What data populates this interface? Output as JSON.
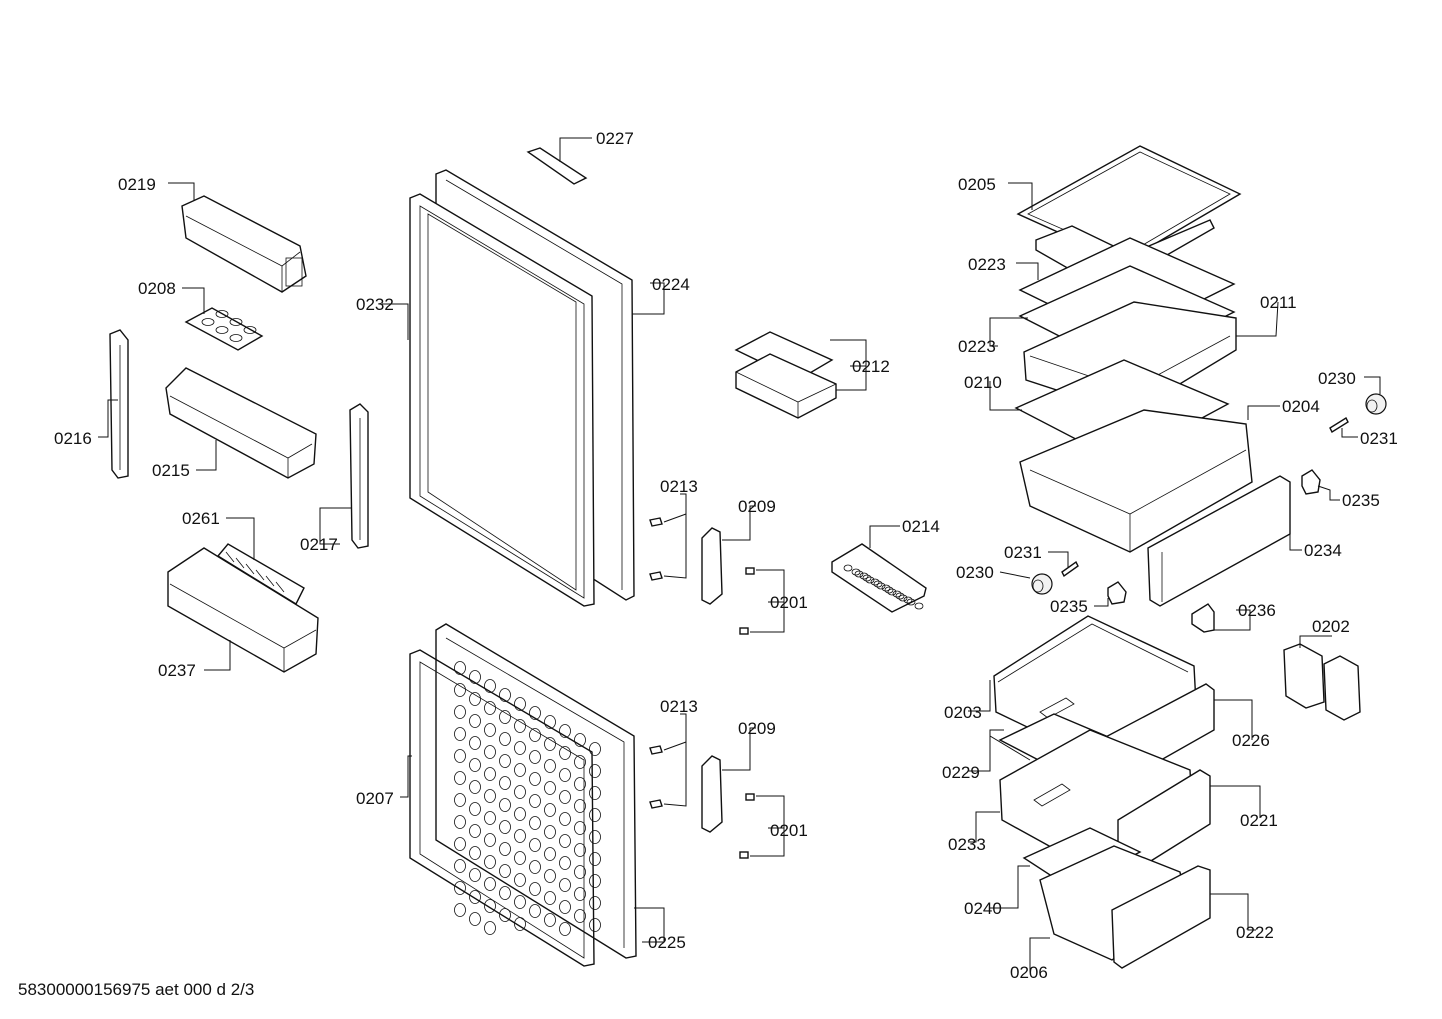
{
  "footer": {
    "code": "58300000156975 aet 000 d 2/3"
  },
  "labels": [
    {
      "id": "l-0227",
      "text": "0227"
    },
    {
      "id": "l-0219",
      "text": "0219"
    },
    {
      "id": "l-0224",
      "text": "0224"
    },
    {
      "id": "l-0232",
      "text": "0232"
    },
    {
      "id": "l-0208",
      "text": "0208"
    },
    {
      "id": "l-0216",
      "text": "0216"
    },
    {
      "id": "l-0215",
      "text": "0215"
    },
    {
      "id": "l-0212",
      "text": "0212"
    },
    {
      "id": "l-0213a",
      "text": "0213"
    },
    {
      "id": "l-0209a",
      "text": "0209"
    },
    {
      "id": "l-0261",
      "text": "0261"
    },
    {
      "id": "l-0217",
      "text": "0217"
    },
    {
      "id": "l-0201a",
      "text": "0201"
    },
    {
      "id": "l-0214",
      "text": "0214"
    },
    {
      "id": "l-0237",
      "text": "0237"
    },
    {
      "id": "l-0213b",
      "text": "0213"
    },
    {
      "id": "l-0209b",
      "text": "0209"
    },
    {
      "id": "l-0207",
      "text": "0207"
    },
    {
      "id": "l-0201b",
      "text": "0201"
    },
    {
      "id": "l-0225",
      "text": "0225"
    },
    {
      "id": "l-0205",
      "text": "0205"
    },
    {
      "id": "l-0223a",
      "text": "0223"
    },
    {
      "id": "l-0211",
      "text": "0211"
    },
    {
      "id": "l-0223b",
      "text": "0223"
    },
    {
      "id": "l-0210",
      "text": "0210"
    },
    {
      "id": "l-0230a",
      "text": "0230"
    },
    {
      "id": "l-0204",
      "text": "0204"
    },
    {
      "id": "l-0231a",
      "text": "0231"
    },
    {
      "id": "l-0235a",
      "text": "0235"
    },
    {
      "id": "l-0234",
      "text": "0234"
    },
    {
      "id": "l-0231b",
      "text": "0231"
    },
    {
      "id": "l-0230b",
      "text": "0230"
    },
    {
      "id": "l-0235b",
      "text": "0235"
    },
    {
      "id": "l-0236",
      "text": "0236"
    },
    {
      "id": "l-0202",
      "text": "0202"
    },
    {
      "id": "l-0203",
      "text": "0203"
    },
    {
      "id": "l-0226",
      "text": "0226"
    },
    {
      "id": "l-0229",
      "text": "0229"
    },
    {
      "id": "l-0221",
      "text": "0221"
    },
    {
      "id": "l-0233",
      "text": "0233"
    },
    {
      "id": "l-0240",
      "text": "0240"
    },
    {
      "id": "l-0222",
      "text": "0222"
    },
    {
      "id": "l-0206",
      "text": "0206"
    }
  ]
}
